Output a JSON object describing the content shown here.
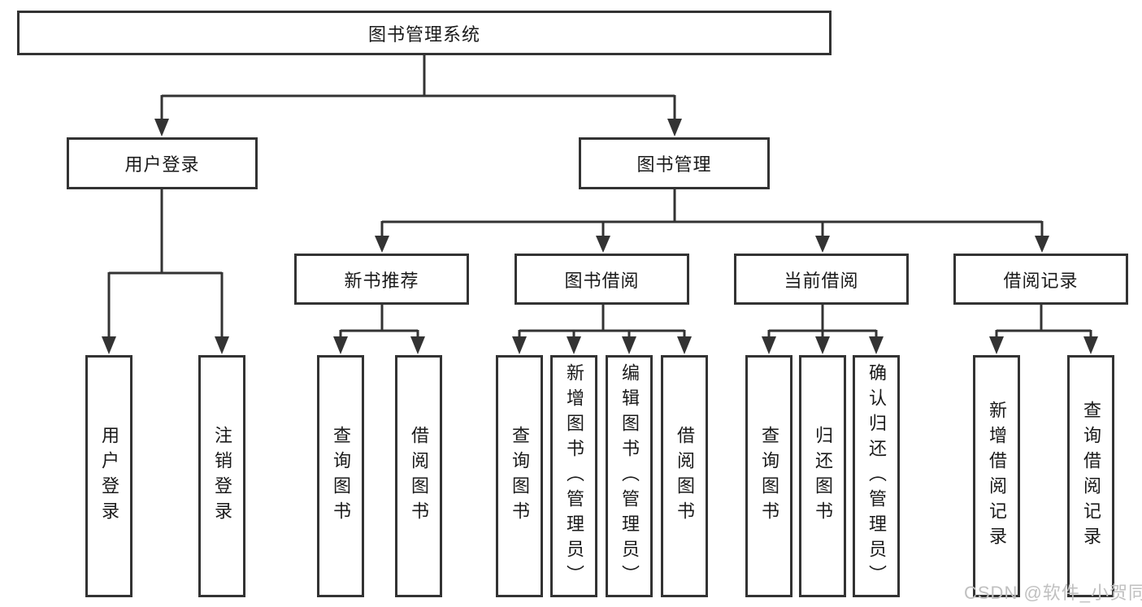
{
  "nodes": {
    "root": "图书管理系统",
    "level2": [
      "用户登录",
      "图书管理"
    ],
    "level3": [
      "新书推荐",
      "图书借阅",
      "当前借阅",
      "借阅记录"
    ],
    "leaves": {
      "userLogin": [
        "用户登录",
        "注销登录"
      ],
      "newBooks": [
        "查询图书",
        "借阅图书"
      ],
      "bookBorrow": [
        "查询图书",
        "新增图书（管理员）",
        "编辑图书（管理员）",
        "借阅图书"
      ],
      "currentBorrow": [
        "查询图书",
        "归还图书",
        "确认归还（管理员）"
      ],
      "borrowRecords": [
        "新增借阅记录",
        "查询借阅记录"
      ]
    }
  },
  "watermark": "CSDN @软件_小贺同学",
  "colors": {
    "line": "#333333",
    "text": "#1a1a1a",
    "watermark": "#c0c0c0",
    "background": "#ffffff"
  }
}
